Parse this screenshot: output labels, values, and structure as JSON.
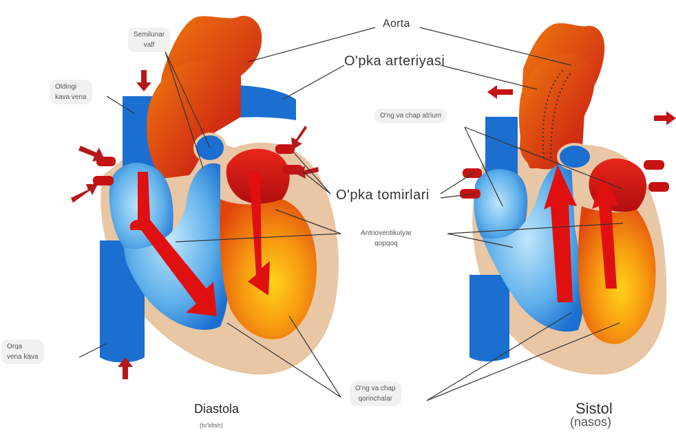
{
  "labels": {
    "aorta": "Aorta",
    "opka_arteriyasi": "O'pka arteriyasi",
    "semilunar": "Semilunar",
    "semilunar_2": "valf",
    "oldingi": "Oldingi",
    "oldingi_2": "kava vena",
    "ong_chap_atrium": "O'ng va chap atrium",
    "opka_tomirlari": "O'pka tomirlari",
    "atrioventikulyar": "Antrioventikulyar",
    "atrioventikulyar_2": "qopqoq",
    "orqa": "Orqa",
    "orqa_2": "vena kava",
    "qorinchalar": "O'ng va chap",
    "qorinchalar_2": "qorinchalar"
  },
  "captions": {
    "diastola": "Diastola",
    "diastola_sub": "(to'ldish)",
    "sistol": "Sistol",
    "sistol_sub": "(nasos)"
  },
  "colors": {
    "blue_vessel": "#1565c8",
    "blue_light": "#7ec4f0",
    "red_vessel": "#d81c12",
    "orange": "#f07a10",
    "tissue": "#e9c6a4",
    "arrow_red": "#e01010",
    "leader": "#333333"
  }
}
